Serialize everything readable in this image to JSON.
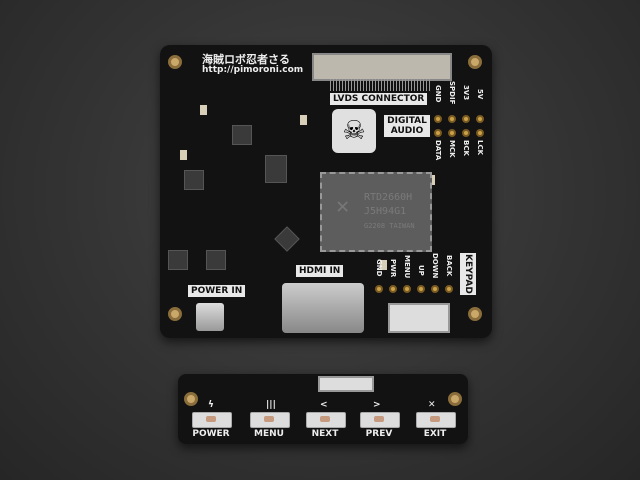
{
  "main_board": {
    "brand_jp": "海賊ロボ忍者さる",
    "url": "http://pimoroni.com",
    "lvds_label": "LVDS CONNECTOR",
    "digital_audio_label": "DIGITAL AUDIO",
    "audio_pins_top": [
      "GND",
      "SPDIF",
      "3V3",
      "5V"
    ],
    "audio_pins_bottom": [
      "DATA",
      "MCK",
      "BCK",
      "LCK"
    ],
    "chip": {
      "line1": "RTD2660H",
      "line2": "J5H94G1",
      "line3": "G2208 TAIWAN"
    },
    "hdmi_label": "HDMI IN",
    "power_label": "POWER IN",
    "keypad_label": "KEYPAD",
    "keypad_pins": [
      "GND",
      "PWR",
      "MENU",
      "UP",
      "DOWN",
      "BACK"
    ]
  },
  "keypad_board": {
    "buttons": [
      {
        "label": "POWER",
        "icon": "lightning-icon"
      },
      {
        "label": "MENU",
        "icon": "menu-bars-icon"
      },
      {
        "label": "NEXT",
        "icon": "less-than-icon"
      },
      {
        "label": "PREV",
        "icon": "greater-than-icon"
      },
      {
        "label": "EXIT",
        "icon": "x-icon"
      }
    ]
  },
  "colors": {
    "pcb": "#121212",
    "pads": "#c9a24a",
    "silkscreen": "#eeeeee",
    "background": "#333333"
  }
}
